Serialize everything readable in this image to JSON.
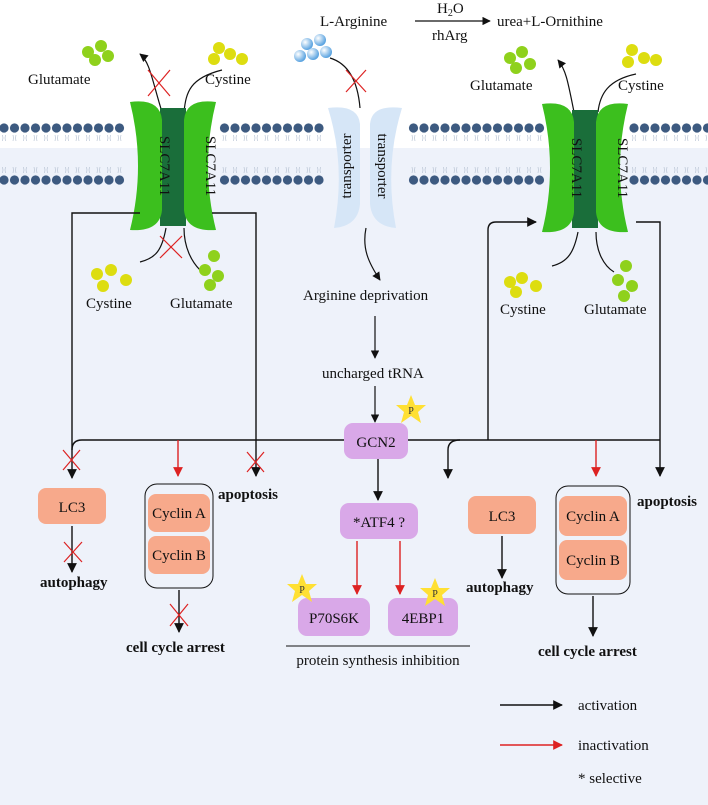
{
  "reaction": {
    "substrate": "L-Arginine",
    "water": "H",
    "water_sub": "2",
    "water_o": "O",
    "enzyme": "rhArg",
    "products": "urea+L-Ornithine"
  },
  "left_transporter": {
    "top_out_label": "Glutamate",
    "top_in_label": "Cystine",
    "protein_left": "SLC7A11",
    "protein_right": "SLC7A11",
    "bottom_in_label": "Cystine",
    "bottom_out_label": "Glutamate"
  },
  "center_transporter": {
    "protein_left": "transporter",
    "protein_right": "transporter",
    "deprivation": "Arginine deprivation",
    "uncharged": "uncharged tRNA"
  },
  "right_transporter": {
    "top_out_label": "Glutamate",
    "top_in_label": "Cystine",
    "protein_left": "SLC7A11",
    "protein_right": "SLC7A11",
    "bottom_in_label": "Cystine",
    "bottom_out_label": "Glutamate"
  },
  "nodes": {
    "gcn2": "GCN2",
    "atf4": "*ATF4 ?",
    "p70s6k": "P70S6K",
    "ebp1": "4EBP1",
    "phospho": "P",
    "protein_synthesis": "protein synthesis inhibition"
  },
  "left_outcomes": {
    "lc3": "LC3",
    "autophagy": "autophagy",
    "cyclin_a": "Cyclin A",
    "cyclin_b": "Cyclin B",
    "cell_cycle": "cell cycle arrest",
    "apoptosis": "apoptosis"
  },
  "right_outcomes": {
    "lc3": "LC3",
    "autophagy": "autophagy",
    "cyclin_a": "Cyclin A",
    "cyclin_b": "Cyclin B",
    "cell_cycle": "cell cycle arrest",
    "apoptosis": "apoptosis"
  },
  "legend": {
    "activation": "activation",
    "inactivation": "inactivation",
    "selective": "* selective"
  },
  "colors": {
    "cell_bg": "#eef2fa",
    "membrane_dot": "#3d5a80",
    "slc_green": "#3cbf1e",
    "slc_dark": "#1a6e3a",
    "transporter": "#d6e6f7",
    "gcn2": "#d9a8e8",
    "lc3": "#f7a98b",
    "star": "#ffe033",
    "glutamate": "#8fd11c",
    "cystine": "#dddd10",
    "arginine": "#7ab8ea",
    "inhibit": "#dd2222",
    "activate": "#111111"
  }
}
